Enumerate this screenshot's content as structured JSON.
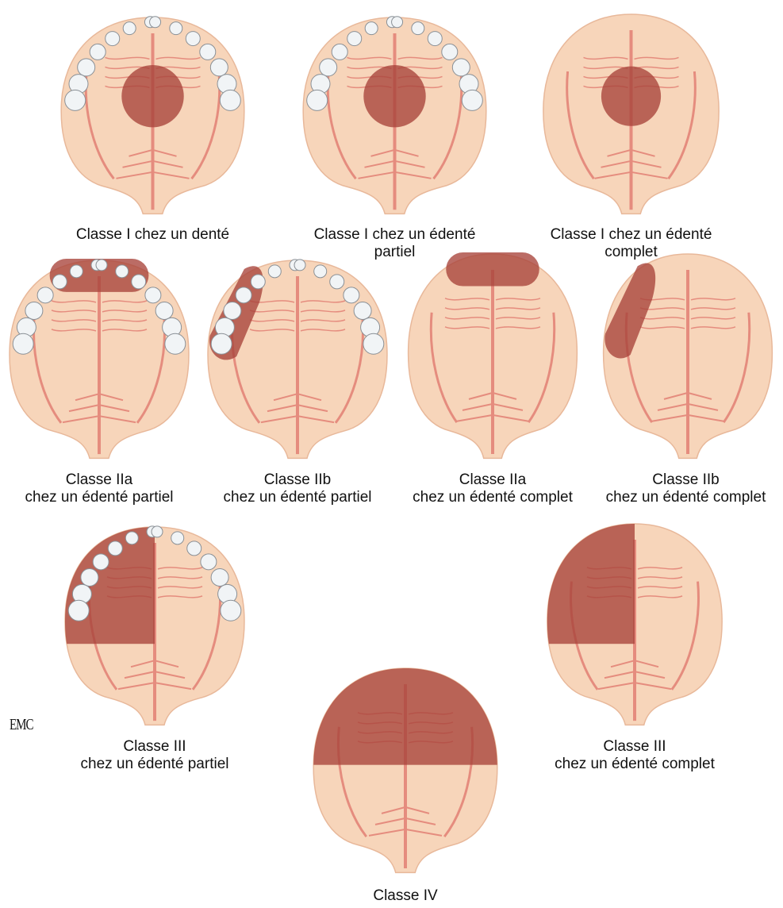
{
  "figure": {
    "logo": "EMC",
    "captions": {
      "c1": {
        "l1": "Classe I chez un denté",
        "l2": ""
      },
      "c2": {
        "l1": "Classe I chez un édenté",
        "l2": "partiel"
      },
      "c3": {
        "l1": "Classe I chez un édenté",
        "l2": "complet"
      },
      "c4": {
        "l1": "Classe IIa",
        "l2": "chez un édenté partiel"
      },
      "c5": {
        "l1": "Classe IIb",
        "l2": "chez un édenté partiel"
      },
      "c6": {
        "l1": "Classe IIa",
        "l2": "chez un édenté complet"
      },
      "c7": {
        "l1": "Classe IIb",
        "l2": "chez un édenté complet"
      },
      "c8": {
        "l1": "Classe III",
        "l2": "chez un édenté partiel"
      },
      "c9": {
        "l1": "Classe III",
        "l2": "chez un édenté complet"
      },
      "c10": {
        "l1": "Classe IV",
        "l2": ""
      }
    },
    "colors": {
      "palate": "#f7d5ba",
      "palate_edge": "#e8b89a",
      "rugae": "#e58c7e",
      "defect": "#a8433a",
      "tooth": "#f1f4f6",
      "tooth_edge": "#8a9096"
    }
  }
}
